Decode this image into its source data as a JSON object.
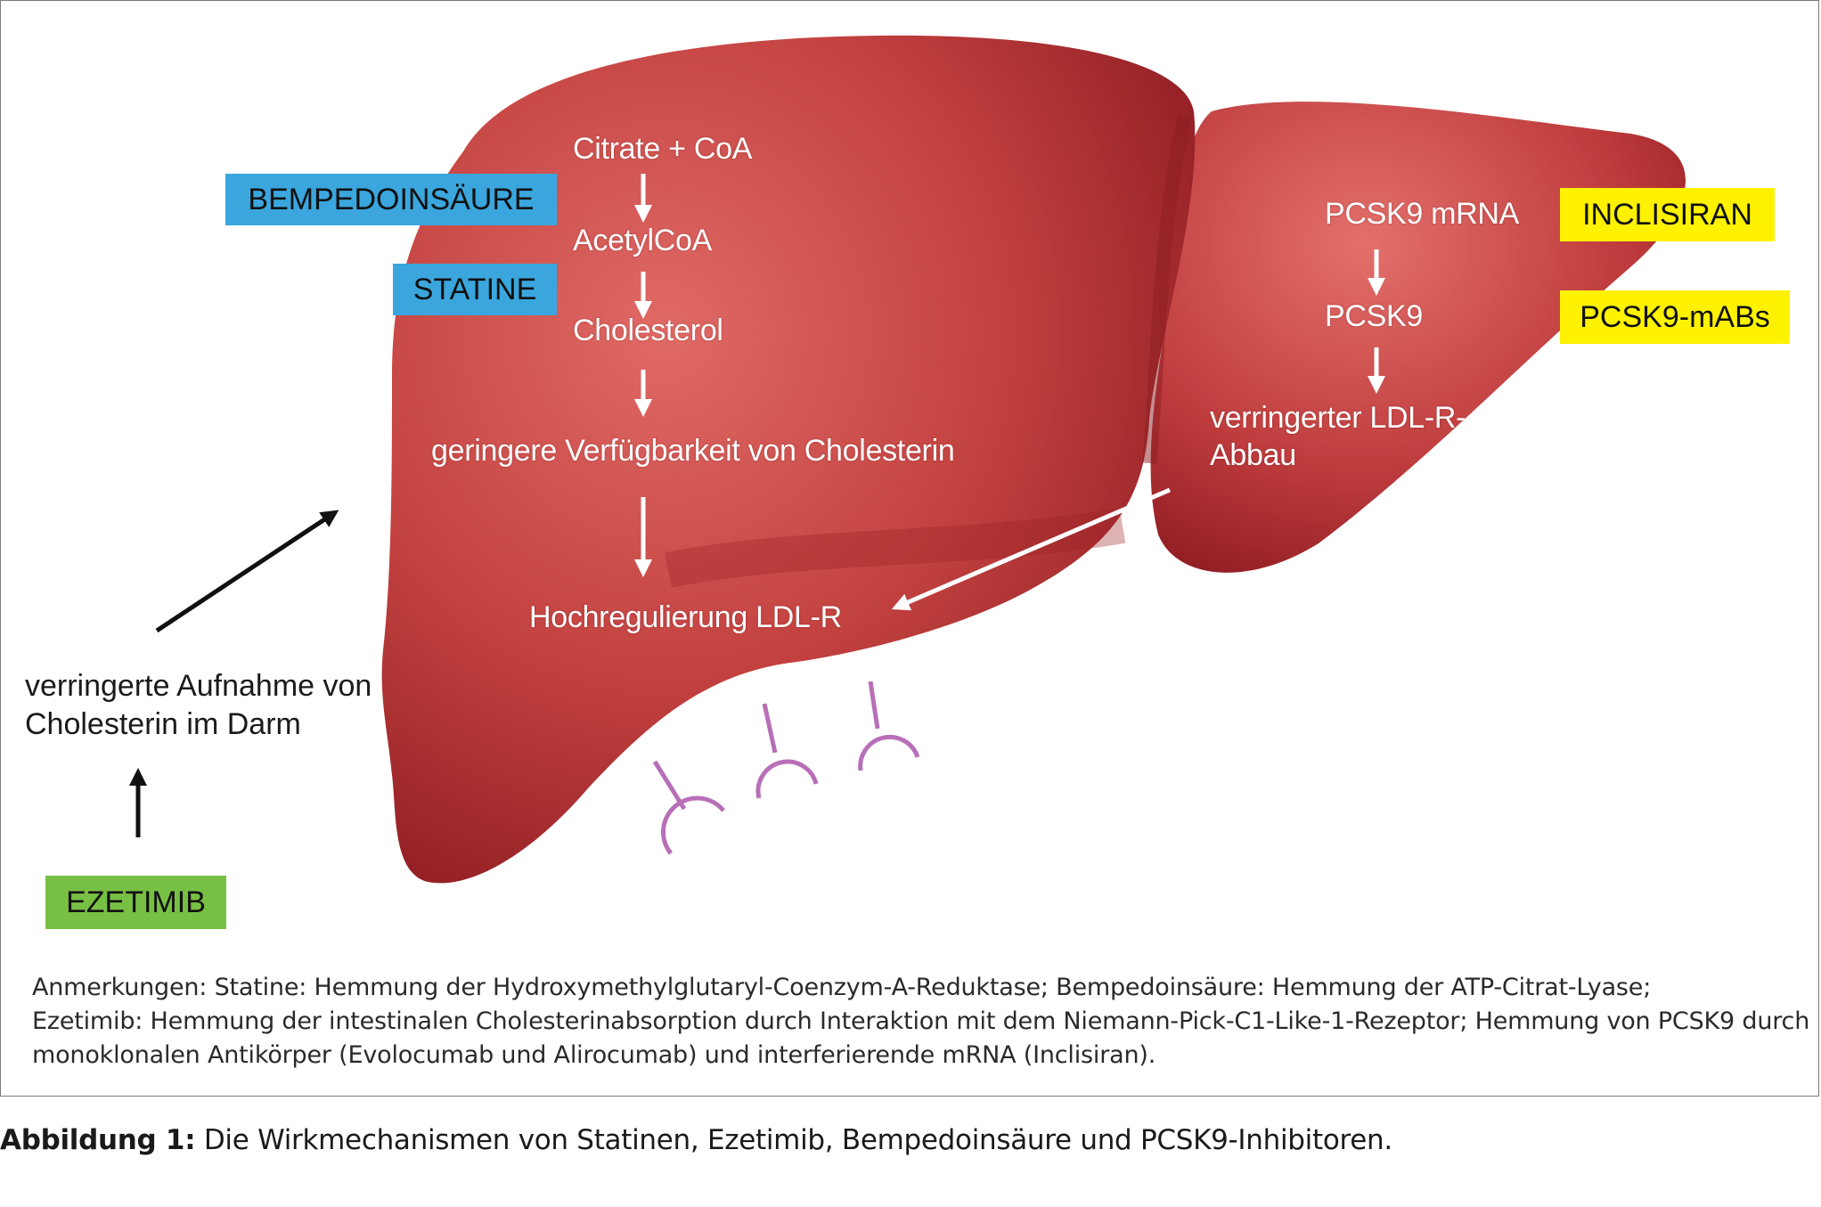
{
  "pathway": {
    "citrate": "Citrate + CoA",
    "acetylcoa": "AcetylCoA",
    "cholesterol": "Cholesterol",
    "availability": "geringere Verfügbarkeit von Cholesterin",
    "upregulation": "Hochregulierung LDL-R"
  },
  "pcsk9_path": {
    "mrna": "PCSK9 mRNA",
    "protein": "PCSK9",
    "degradation_line1": "verringerter LDL-R-",
    "degradation_line2": "Abbau"
  },
  "intestine": {
    "line1": "verringerte Aufnahme von",
    "line2": "Cholesterin im Darm"
  },
  "drugs": {
    "bempedoic": "BEMPEDOINSÄURE",
    "statine": "STATINE",
    "inclisiran": "INCLISIRAN",
    "pcsk9_mabs": "PCSK9-mABs",
    "ezetimib": "EZETIMIB"
  },
  "colors": {
    "liver": "#b8343a",
    "bempedoic_statine_box": "#3aa6dd",
    "pcsk9_box": "#fff200",
    "ezetimib_box": "#78c044",
    "receptor": "#b86fb8"
  },
  "notes": {
    "line1": "Anmerkungen: Statine: Hemmung der Hydroxymethylglutaryl-Coenzym-A-Reduktase; Bempedoinsäure: Hemmung der ATP-Citrat-Lyase;",
    "line2": "Ezetimib: Hemmung der intestinalen Cholesterinabsorption durch Interaktion mit dem Niemann-Pick-C1-Like-1-Rezeptor; Hemmung von PCSK9 durch",
    "line3": "monoklonalen Antikörper (Evolocumab und Alirocumab) und interferierende mRNA (Inclisiran)."
  },
  "caption": {
    "label": "Abbildung 1:",
    "text": " Die Wirkmechanismen von Statinen, Ezetimib, Bempedoinsäure und PCSK9-Inhibitoren."
  }
}
